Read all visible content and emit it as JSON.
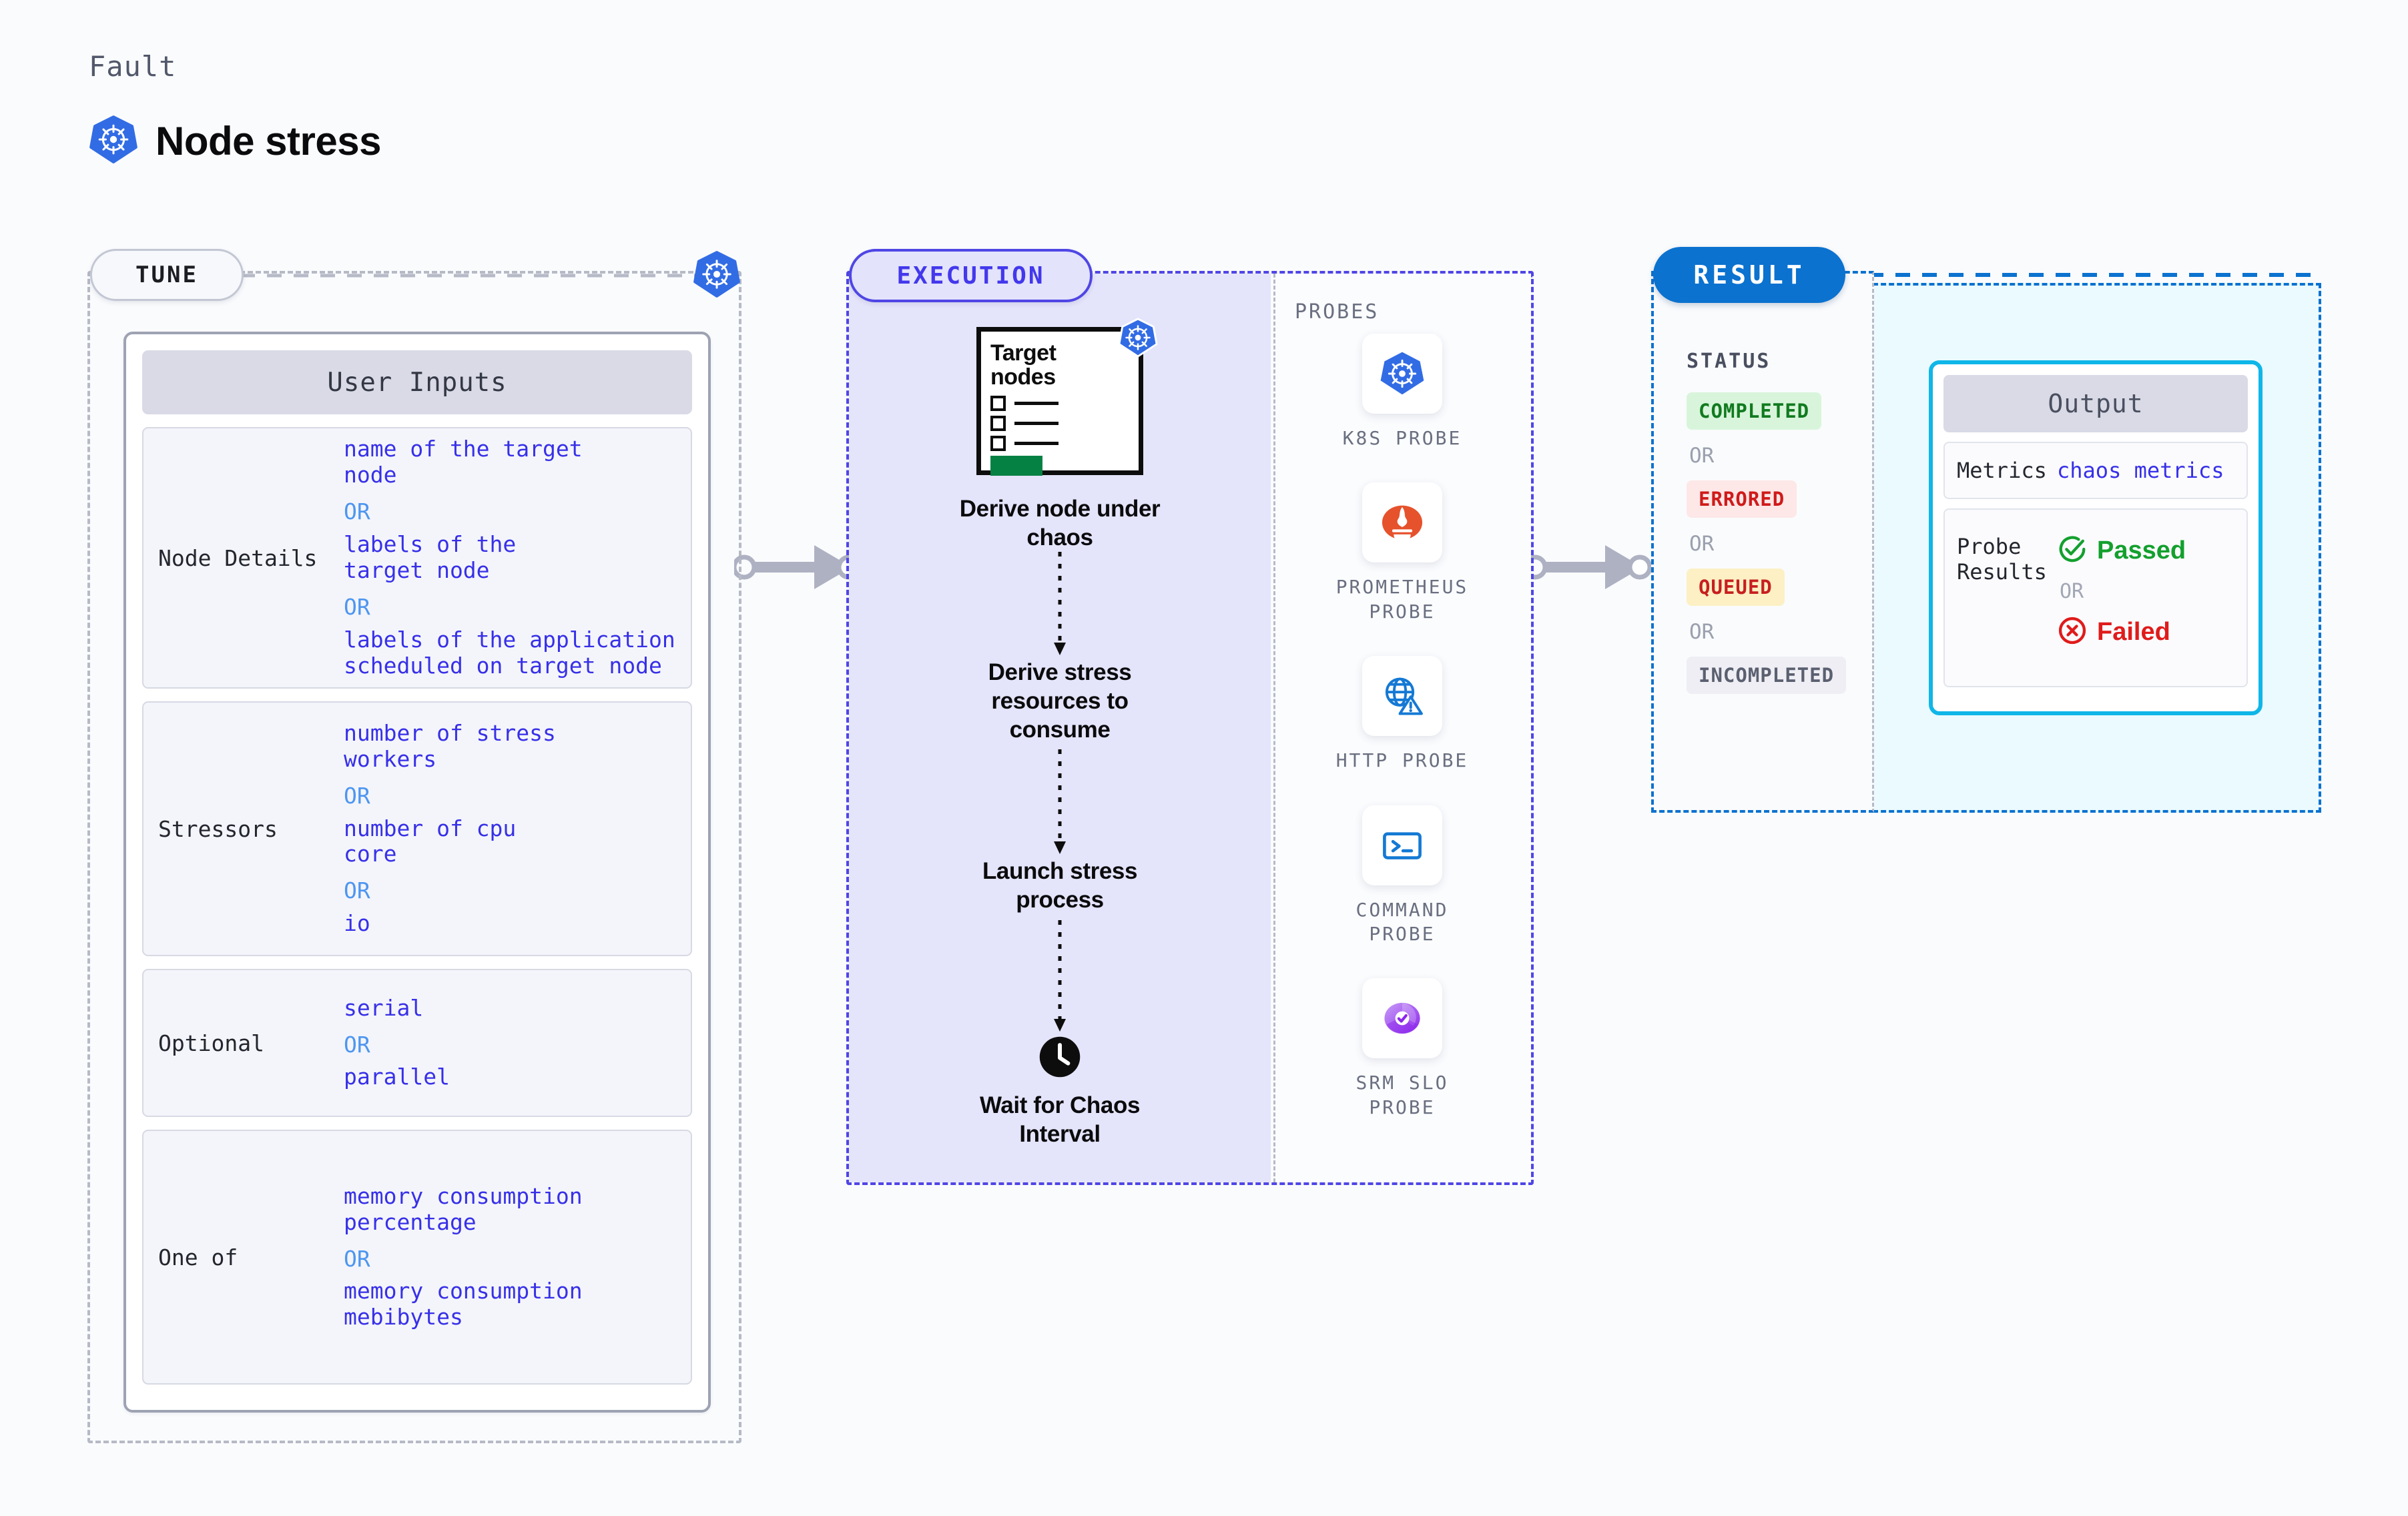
{
  "header": {
    "eyebrow": "Fault",
    "title": "Node stress",
    "icon": "kubernetes-icon"
  },
  "tune": {
    "pill_label": "TUNE",
    "card_title": "User Inputs",
    "blocks": [
      {
        "key": "Node Details",
        "values": [
          {
            "type": "option",
            "text": "name of the target\nnode"
          },
          {
            "type": "or",
            "text": "OR"
          },
          {
            "type": "option",
            "text": "labels of the\ntarget node"
          },
          {
            "type": "or",
            "text": "OR"
          },
          {
            "type": "option",
            "text": "labels of the application\n scheduled on target node"
          }
        ]
      },
      {
        "key": "Stressors",
        "values": [
          {
            "type": "option",
            "text": "number of stress\nworkers"
          },
          {
            "type": "or",
            "text": "OR"
          },
          {
            "type": "option",
            "text": "number of cpu\ncore"
          },
          {
            "type": "or",
            "text": "OR"
          },
          {
            "type": "option",
            "text": "io"
          }
        ]
      },
      {
        "key": "Optional",
        "values": [
          {
            "type": "option",
            "text": "serial"
          },
          {
            "type": "or",
            "text": "OR"
          },
          {
            "type": "option",
            "text": "parallel"
          }
        ]
      },
      {
        "key": "One of",
        "values": [
          {
            "type": "option",
            "text": "memory consumption\npercentage"
          },
          {
            "type": "or",
            "text": "OR"
          },
          {
            "type": "option",
            "text": "memory consumption\nmebibytes"
          }
        ]
      }
    ]
  },
  "execution": {
    "pill_label": "EXECUTION",
    "node_card": {
      "title": "Target\nnodes",
      "icon": "kubernetes-icon",
      "checkbox_rows": 3
    },
    "steps": [
      {
        "label": "Derive node under\nchaos",
        "icon": "target-nodes-card"
      },
      {
        "label": "Derive stress\nresources to\nconsume",
        "icon": ""
      },
      {
        "label": "Launch stress\nprocess",
        "icon": ""
      },
      {
        "label": "Wait for Chaos\nInterval",
        "icon": "clock-icon"
      }
    ],
    "probes": {
      "title": "PROBES",
      "items": [
        {
          "label": "K8S PROBE",
          "icon": "kubernetes-probe-icon"
        },
        {
          "label": "PROMETHEUS\nPROBE",
          "icon": "prometheus-probe-icon"
        },
        {
          "label": "HTTP PROBE",
          "icon": "http-probe-icon"
        },
        {
          "label": "COMMAND\nPROBE",
          "icon": "command-probe-icon"
        },
        {
          "label": "SRM SLO\nPROBE",
          "icon": "srm-slo-probe-icon"
        }
      ]
    }
  },
  "result": {
    "pill_label": "RESULT",
    "status_title": "STATUS",
    "or_label": "OR",
    "statuses": [
      {
        "label": "COMPLETED",
        "style": "st-completed"
      },
      {
        "label": "ERRORED",
        "style": "st-errored"
      },
      {
        "label": "QUEUED",
        "style": "st-queued"
      },
      {
        "label": "INCOMPLETED",
        "style": "st-incomplete"
      }
    ],
    "output": {
      "title": "Output",
      "metrics_key": "Metrics",
      "metrics_value": "chaos metrics",
      "probe_key": "Probe\nResults",
      "passed_label": "Passed",
      "failed_label": "Failed",
      "or_label": "OR"
    }
  },
  "colors": {
    "accent_blue": "#3730e8",
    "or_blue": "#4d96f0",
    "exec_purple": "#4f46e5",
    "result_blue": "#0b72cf",
    "output_cyan": "#0fb6e8",
    "pass_green": "#13a02e",
    "fail_red": "#e01b1b",
    "k8s_blue": "#326ce5",
    "prometheus_orange": "#e6522c"
  }
}
